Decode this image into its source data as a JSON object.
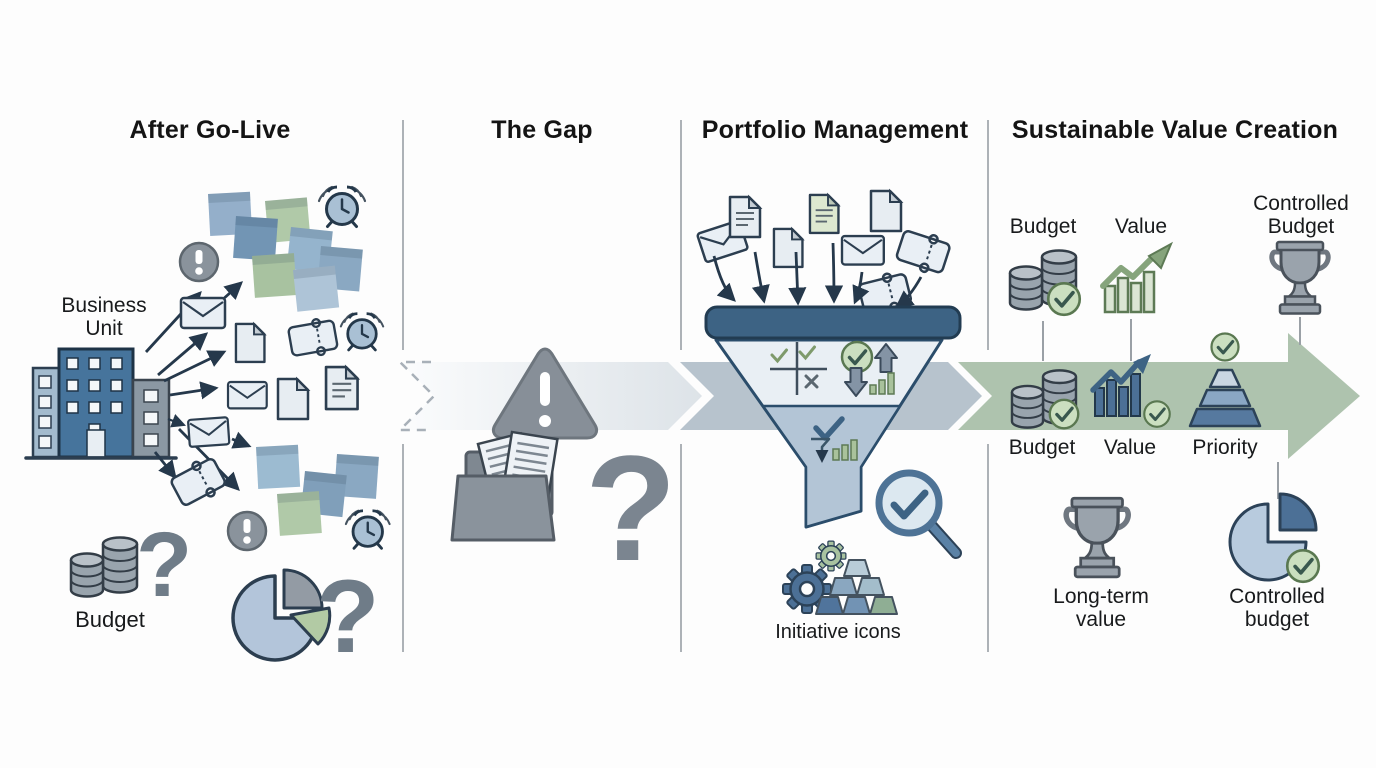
{
  "page": {
    "background_color": "#fdfdfd"
  },
  "sections": [
    {
      "title": "After Go-Live"
    },
    {
      "title": "The Gap"
    },
    {
      "title": "Portfolio Management"
    },
    {
      "title": "Sustainable Value Creation"
    }
  ],
  "labels": {
    "business_unit_line1": "Business",
    "business_unit_line2": "Unit",
    "budget_chaos": "Budget",
    "question_mark": "?",
    "initiative_icons": "Initiative icons",
    "budget_top": "Budget",
    "value_top": "Value",
    "controlled_budget_top_line1": "Controlled",
    "controlled_budget_top_line2": "Budget",
    "budget_band": "Budget",
    "value_band": "Value",
    "priority_band": "Priority",
    "long_term_line1": "Long-term",
    "long_term_line2": "value",
    "controlled_budget_bottom_line1": "Controlled",
    "controlled_budget_bottom_line2": "budget"
  },
  "colors": {
    "flow_arrow_gap": "#e3e8ec",
    "flow_arrow_portfolio": "#b7c3cd",
    "flow_arrow_value": "#aec3ae",
    "funnel_dark_blue": "#3d6384",
    "accent_green": "#a8c2a0",
    "accent_blue": "#4c7096",
    "neutral_gray": "#8a939c",
    "outline_navy": "#2c3e50"
  },
  "icons": [
    "building-icon",
    "sticky-note-icon",
    "alarm-clock-icon",
    "exclamation-circle-icon",
    "envelope-icon",
    "document-icon",
    "ticket-icon",
    "coins-icon",
    "question-mark-icon",
    "pie-chart-icon",
    "warning-triangle-icon",
    "folder-documents-icon",
    "funnel-icon",
    "prioritization-matrix-icon",
    "check-circle-icon",
    "up-arrow-icon",
    "down-arrow-icon",
    "bar-chart-icon",
    "magnifier-check-icon",
    "gear-icon",
    "initiative-pyramid-icon",
    "growth-chart-icon",
    "trophy-icon",
    "priority-pyramid-icon",
    "pie-budget-icon"
  ]
}
